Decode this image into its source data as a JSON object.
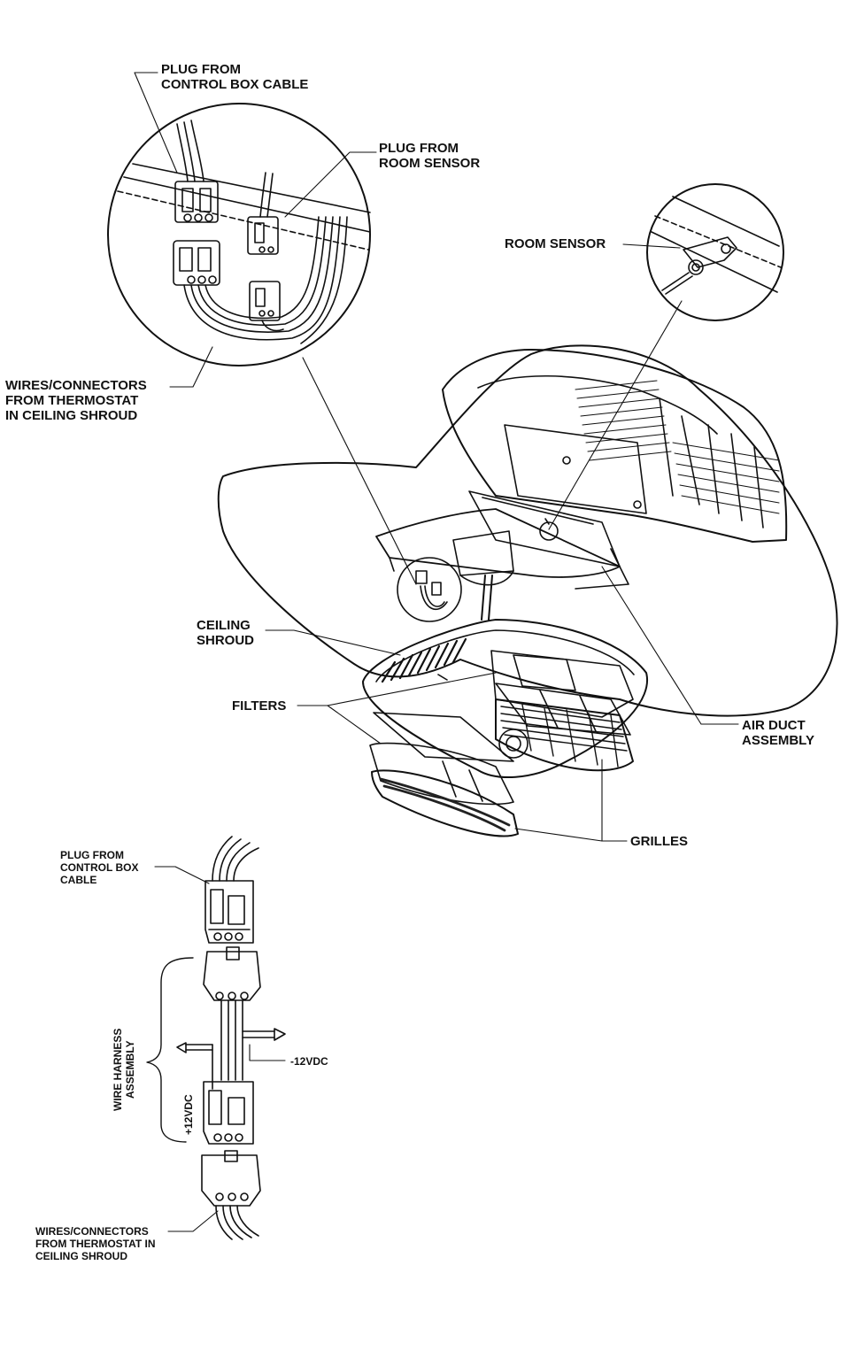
{
  "labels": {
    "plug_control_box": [
      "PLUG FROM",
      "CONTROL BOX CABLE"
    ],
    "plug_room_sensor": [
      "PLUG FROM",
      "ROOM SENSOR"
    ],
    "room_sensor": "ROOM SENSOR",
    "wires_thermostat_top": [
      "WIRES/CONNECTORS",
      "FROM THERMOSTAT",
      "IN CEILING SHROUD"
    ],
    "ceiling_shroud": [
      "CEILING",
      "SHROUD"
    ],
    "filters": "FILTERS",
    "air_duct": [
      "AIR DUCT",
      "ASSEMBLY"
    ],
    "grilles": "GRILLES",
    "plug_control_box_small": [
      "PLUG FROM",
      "CONTROL BOX",
      "CABLE"
    ],
    "wire_harness": [
      "WIRE HARNESS",
      "ASSEMBLY"
    ],
    "minus_12vdc": "-12VDC",
    "plus_12vdc": "+12VDC",
    "wires_thermostat_bottom": [
      "WIRES/CONNECTORS",
      "FROM THERMOSTAT IN",
      "CEILING SHROUD"
    ]
  }
}
